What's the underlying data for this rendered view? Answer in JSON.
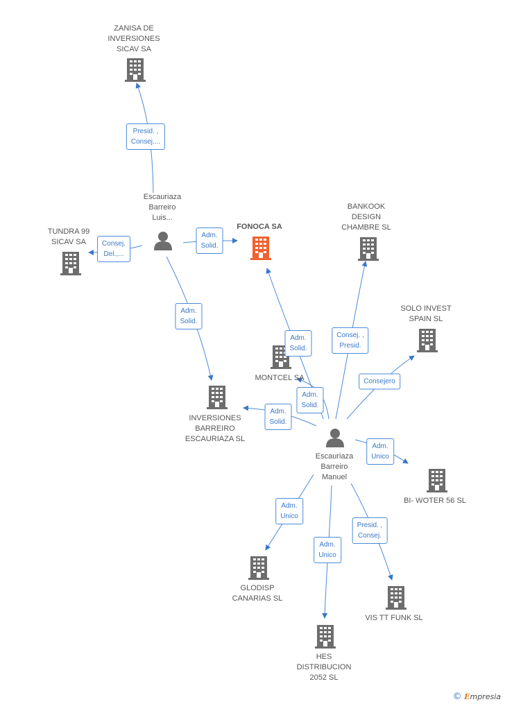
{
  "nodes": {
    "zanisa": {
      "lines": [
        "ZANISA DE",
        "INVERSIONES",
        "SICAV SA"
      ]
    },
    "tundra": {
      "lines": [
        "TUNDRA 99",
        "SICAV SA"
      ]
    },
    "fonoca": {
      "lines": [
        "FONOCA SA"
      ]
    },
    "bankook": {
      "lines": [
        "BANKOOK",
        "DESIGN",
        "CHAMBRE SL"
      ]
    },
    "solo": {
      "lines": [
        "SOLO INVEST",
        "SPAIN  SL"
      ]
    },
    "montcel": {
      "lines": [
        "MONTCEL SA"
      ]
    },
    "inversiones": {
      "lines": [
        "INVERSIONES",
        "BARREIRO",
        "ESCAURIAZA SL"
      ]
    },
    "biwoter": {
      "lines": [
        "BI- WOTER 56 SL"
      ]
    },
    "glodisp": {
      "lines": [
        "GLODISP",
        "CANARIAS SL"
      ]
    },
    "vistt": {
      "lines": [
        "VIS TT FUNK SL"
      ]
    },
    "hes": {
      "lines": [
        "HES",
        "DISTRIBUCION",
        "2052 SL"
      ]
    },
    "luis": {
      "lines": [
        "Escauriaza",
        "Barreiro",
        "Luis..."
      ]
    },
    "manuel": {
      "lines": [
        "Escauriaza",
        "Barreiro",
        "Manuel"
      ]
    }
  },
  "edges": {
    "luis_zanisa": {
      "lines": [
        "Presid. ,",
        "Consej...."
      ]
    },
    "luis_tundra": {
      "lines": [
        "Consej.",
        "Del.,..."
      ]
    },
    "luis_fonoca": {
      "lines": [
        "Adm.",
        "Solid."
      ]
    },
    "luis_inversiones": {
      "lines": [
        "Adm.",
        "Solid."
      ]
    },
    "manuel_fonoca": {
      "lines": [
        "Adm.",
        "Solid."
      ]
    },
    "manuel_montcel": {
      "lines": [
        "Adm.",
        "Solid."
      ]
    },
    "manuel_inversiones": {
      "lines": [
        "Adm.",
        "Solid."
      ]
    },
    "manuel_bankook": {
      "lines": [
        "Consej. ,",
        "Presid."
      ]
    },
    "manuel_solo": {
      "lines": [
        "Consejero"
      ]
    },
    "manuel_biwoter": {
      "lines": [
        "Adm.",
        "Unico"
      ]
    },
    "manuel_glodisp": {
      "lines": [
        "Adm.",
        "Unico"
      ]
    },
    "manuel_hes": {
      "lines": [
        "Adm.",
        "Unico"
      ]
    },
    "manuel_vistt": {
      "lines": [
        "Presid. ,",
        "Consej."
      ]
    }
  },
  "colors": {
    "company": "#6d6d6d",
    "focus_company": "#f0622f",
    "person": "#6d6d6d",
    "edge": "#4a8ad8"
  },
  "footer": {
    "copyright": "©",
    "brand_initial": "E",
    "brand_rest": "mpresia"
  }
}
